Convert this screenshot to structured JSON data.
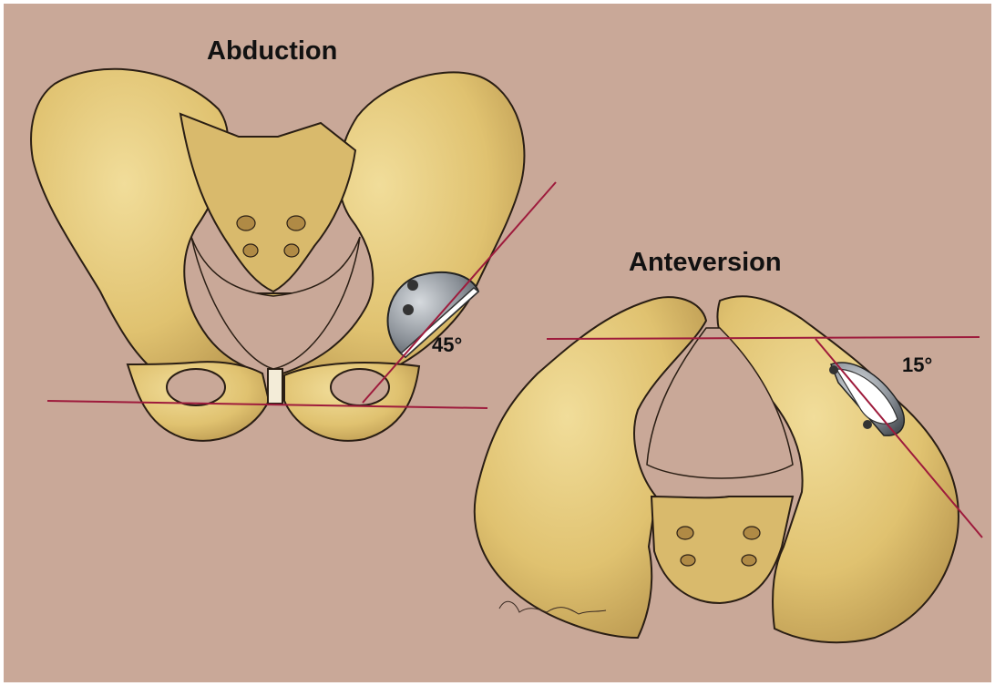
{
  "figure": {
    "abduction": {
      "title": "Abduction",
      "angle": "45°"
    },
    "anteversion": {
      "title": "Anteversion",
      "angle": "15°"
    }
  },
  "colors": {
    "background": "#c9a898",
    "bone": "#e2c57a",
    "bone_shadow": "#b8964e",
    "outline": "#2a1e14",
    "reference_line": "#9e1b3c",
    "implant_metal": "#8b9096",
    "implant_liner": "#ffffff"
  }
}
